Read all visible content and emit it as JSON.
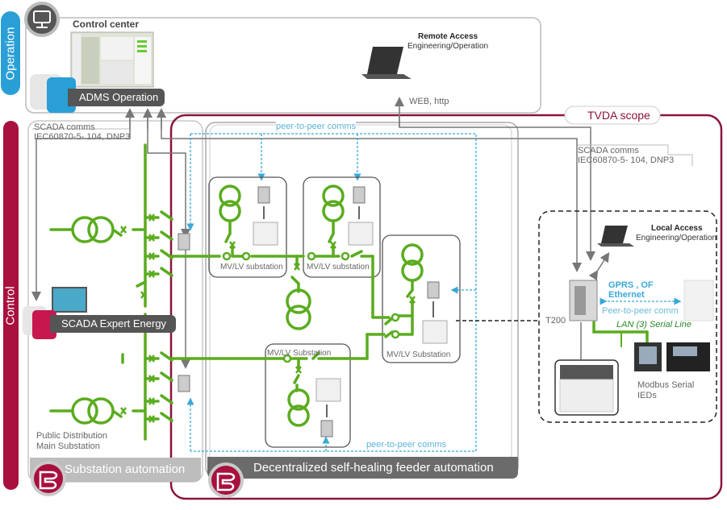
{
  "side_tabs": {
    "operation": "Operation",
    "control": "Control"
  },
  "control_center": {
    "title": "Control center",
    "adms_label": "ADMS Operation"
  },
  "remote_access": {
    "title": "Remote Access",
    "subtitle": "Engineering/Operation",
    "protocol": "WEB, http"
  },
  "tvda_scope": {
    "label": "TVDA scope"
  },
  "scada_comms_left": {
    "line1": "SCADA comms",
    "line2": "IEC60870-5- 104, DNP3"
  },
  "scada_comms_right": {
    "line1": "SCADA comms",
    "line2": "IEC60870-5- 104, DNP3"
  },
  "scada_expert": {
    "label": "SCADA Expert Energy"
  },
  "main_substation": {
    "line1": "Public Distribution",
    "line2": "Main Substation"
  },
  "peer_comms_top": "peer-to-peer comms",
  "peer_comms_bottom": "peer-to-peer comms",
  "substations": [
    {
      "label": "MV/LV substation"
    },
    {
      "label": "MV/LV substation"
    },
    {
      "label": "MV/LV Substation"
    },
    {
      "label": "MV/LV Substation"
    }
  ],
  "local_access": {
    "title": "Local Access",
    "subtitle": "Engineering/Operation",
    "gprs": "GPRS , OF",
    "ethernet": "Ethernet",
    "peer": "Peer-to-peer comm",
    "lan": "LAN (3) Serial Line",
    "rtu": "T200",
    "ieds_line1": "Modbus Serial",
    "ieds_line2": "IEDs"
  },
  "bands": {
    "substation_automation": "Substation automation",
    "feeder_automation": "Decentralized self-healing feeder automation"
  },
  "colors": {
    "operation_blue": "#2a9fd6",
    "control_crimson": "#a8103e",
    "tvda_border": "#8a1538",
    "grid_green": "#5aac1e",
    "peer_blue": "#3aa8d6",
    "band_grey": "#6b6b6b",
    "band_light_grey": "#bdbdbd"
  }
}
